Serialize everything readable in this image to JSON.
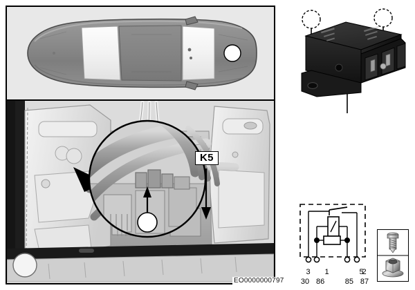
{
  "document": {
    "id": "EO0000000797"
  },
  "vehicle_overview": {
    "name": "vehicle-top-view",
    "marker_label": ""
  },
  "engine_bay": {
    "name": "engine-compartment-view",
    "component_callout": "K5",
    "magnifier_label": ""
  },
  "relay_photo": {
    "name": "relay-3d-view",
    "callout_1": "",
    "callout_2": ""
  },
  "schematic": {
    "title": "",
    "pin_numbers": [
      "3",
      "1",
      "2",
      "5"
    ],
    "terminal_designations": [
      "30",
      "86",
      "85",
      "87"
    ]
  },
  "fasteners": {
    "screw_label": "",
    "nut_label": ""
  },
  "colors": {
    "frame": "#000000",
    "panel_bg": "#e8e8e8",
    "bay_bg": "#d9d9d9",
    "relay_body": "#1c1c1c",
    "label_bg": "#ffffff"
  }
}
